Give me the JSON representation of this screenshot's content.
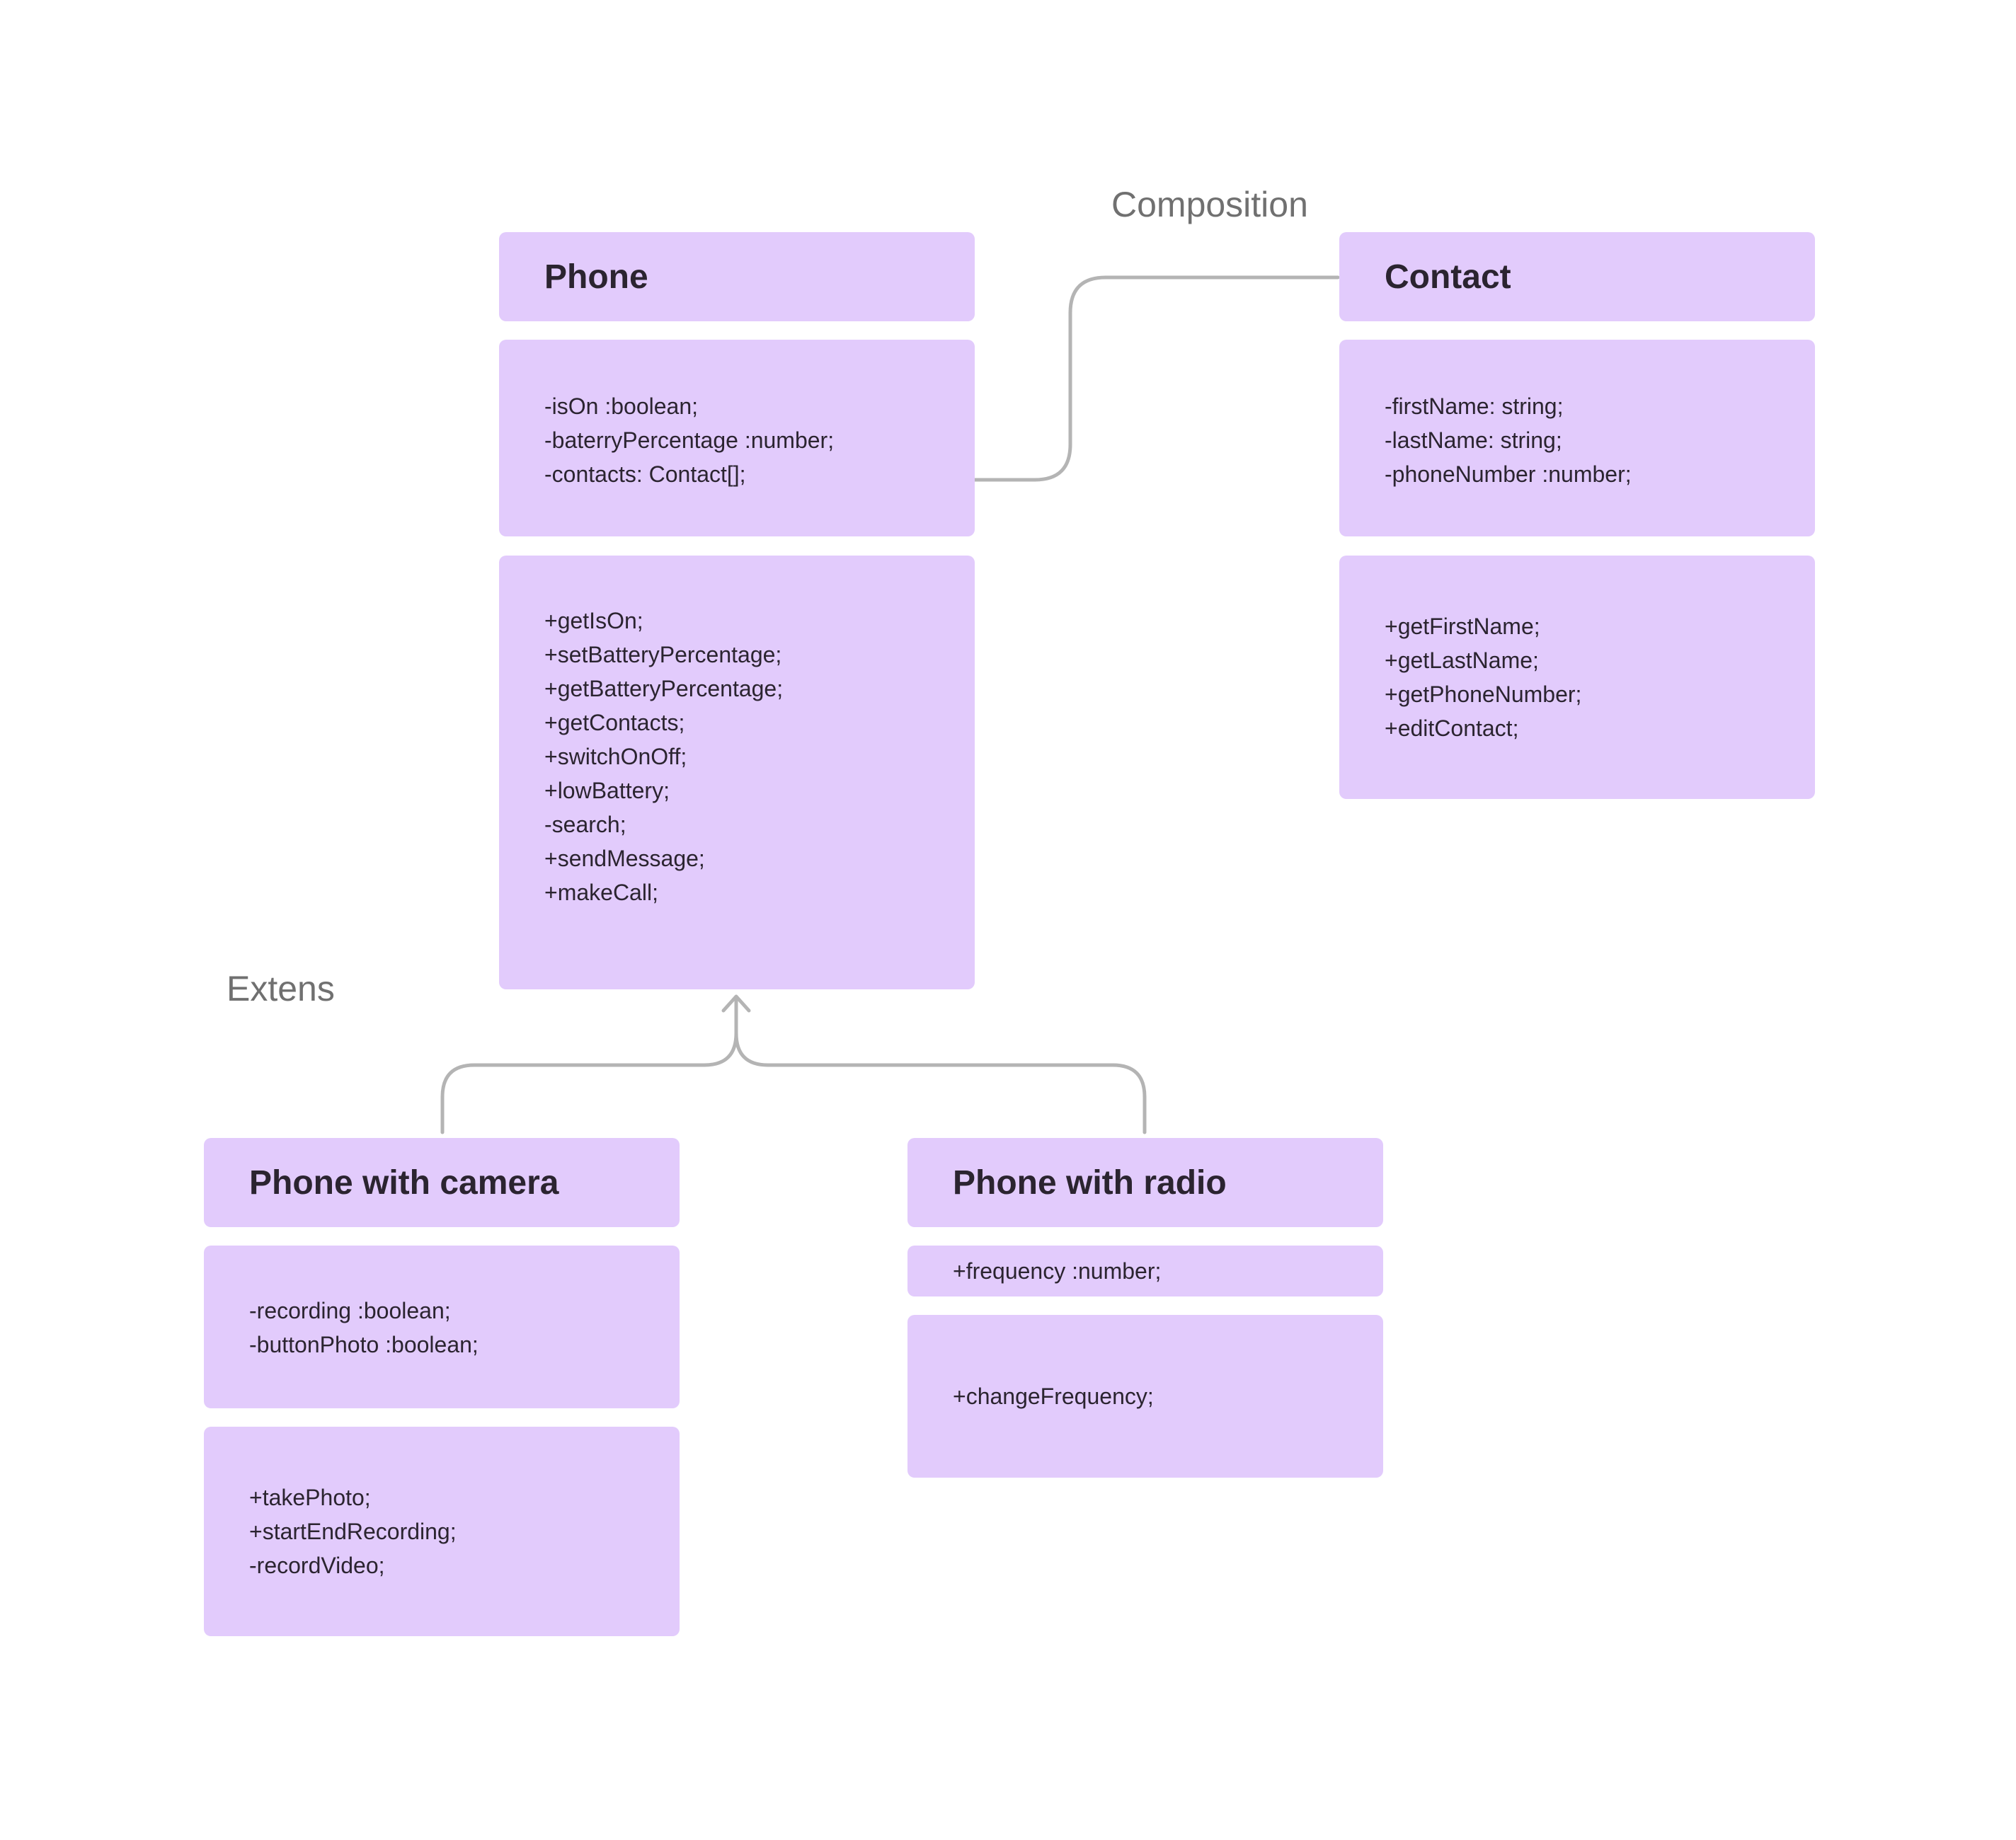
{
  "relations": {
    "composition_label": "Composition",
    "extends_label": "Extens"
  },
  "colors": {
    "box_fill": "#e2cbfc",
    "text": "#2b2430",
    "connector": "#b4b4b4",
    "label": "#707070"
  },
  "classes": {
    "phone": {
      "title": "Phone",
      "attributes": [
        "-isOn :boolean;",
        "-baterryPercentage :number;",
        "-contacts: Contact[];"
      ],
      "methods": [
        "+getIsOn;",
        "+setBatteryPercentage;",
        "+getBatteryPercentage;",
        "+getContacts;",
        "+switchOnOff;",
        "+lowBattery;",
        "-search;",
        "+sendMessage;",
        "+makeCall;"
      ]
    },
    "contact": {
      "title": "Contact",
      "attributes": [
        "-firstName: string;",
        "-lastName: string;",
        "-phoneNumber :number;"
      ],
      "methods": [
        "+getFirstName;",
        "+getLastName;",
        "+getPhoneNumber;",
        "+editContact;"
      ]
    },
    "camera": {
      "title": "Phone with camera",
      "attributes": [
        "-recording :boolean;",
        "-buttonPhoto :boolean;"
      ],
      "methods": [
        "+takePhoto;",
        "+startEndRecording;",
        "-recordVideo;"
      ]
    },
    "radio": {
      "title": "Phone with radio",
      "attributes": [
        "+frequency :number;"
      ],
      "methods": [
        "+changeFrequency;"
      ]
    }
  }
}
